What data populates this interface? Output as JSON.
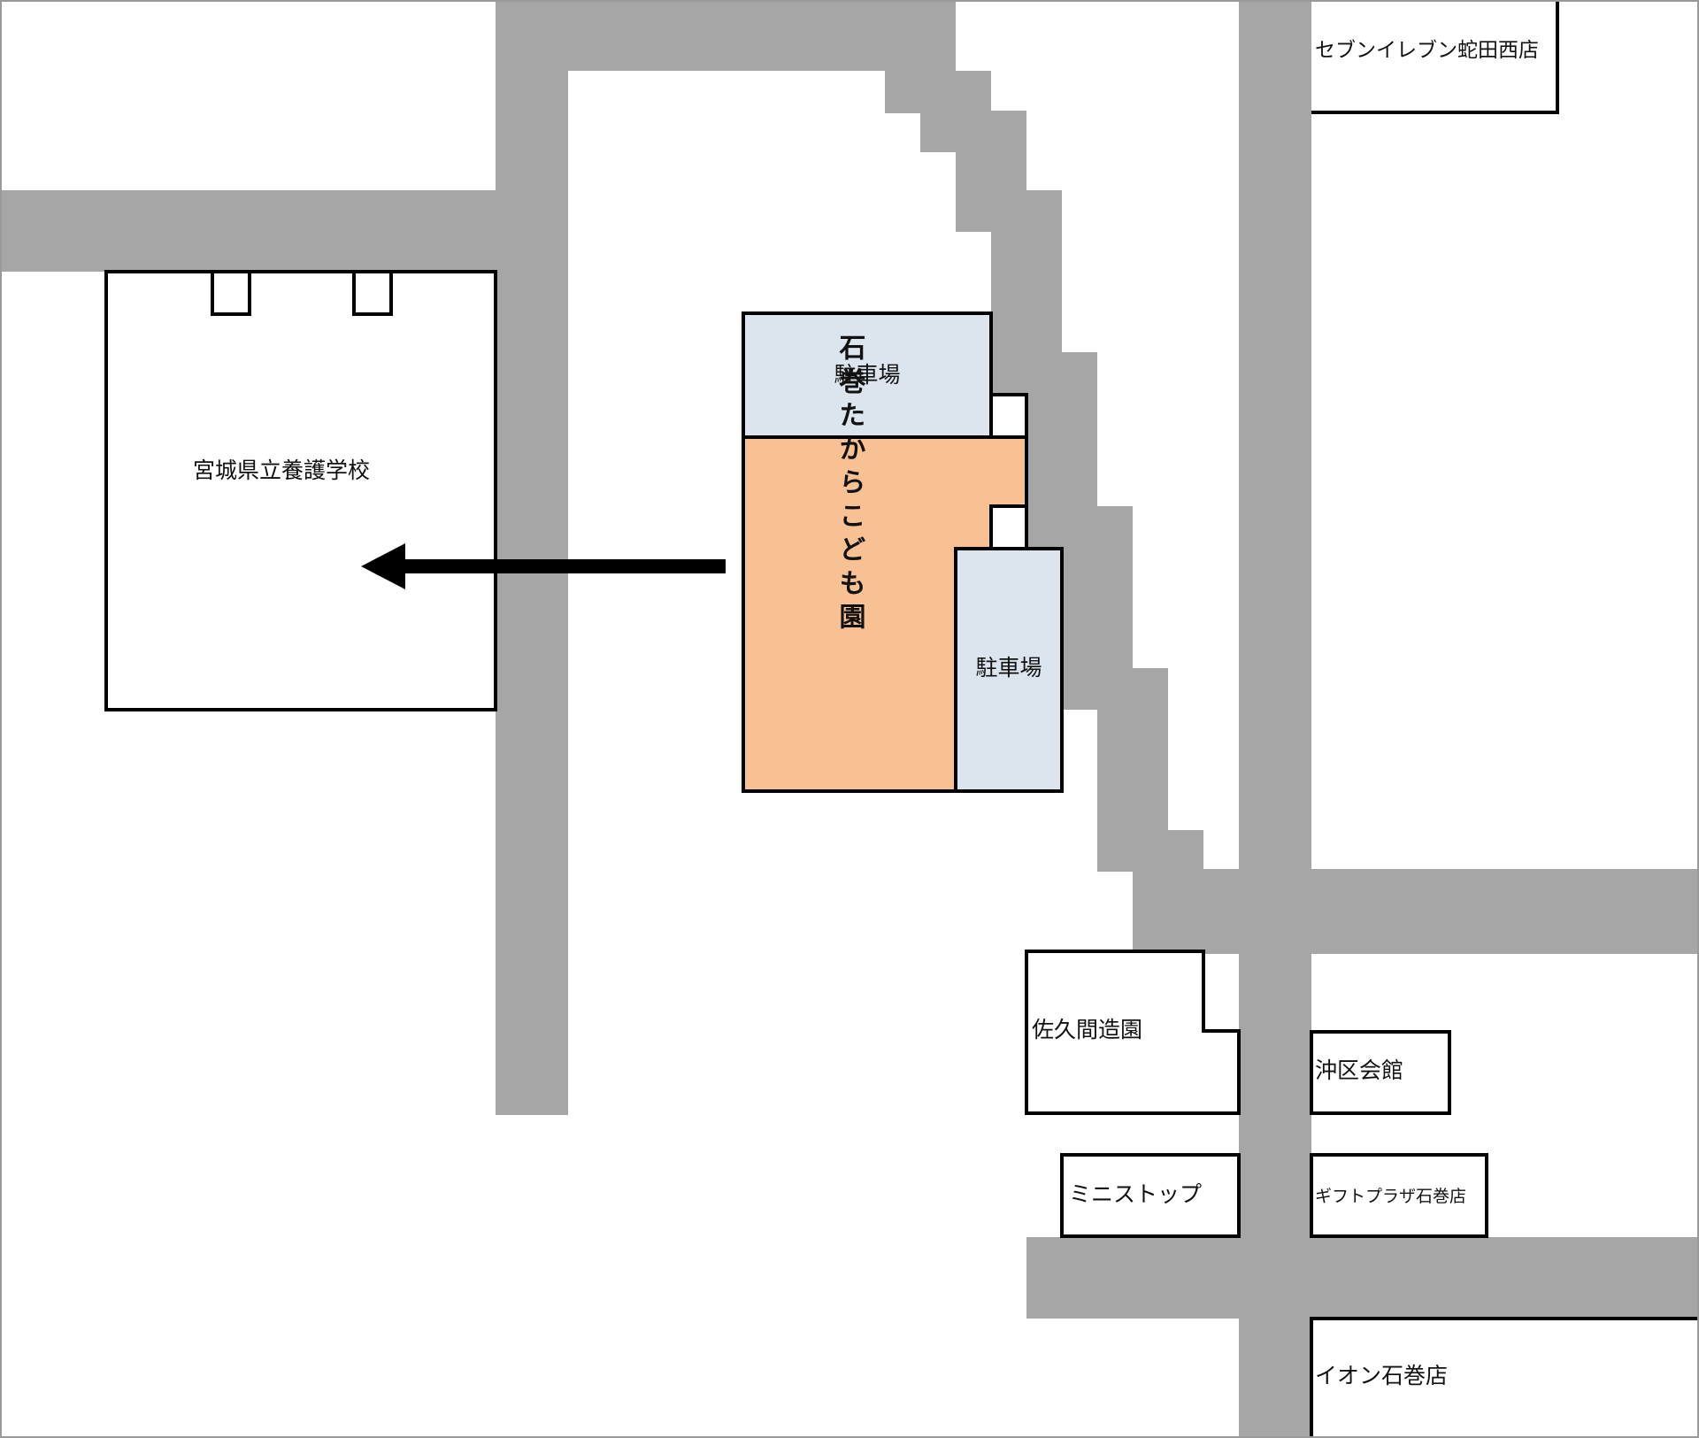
{
  "colors": {
    "road": "#a6a6a6",
    "background": "#ffffff",
    "outline": "#000000",
    "kindergarten_fill": "#f7c194",
    "parking_fill": "#dce4ee",
    "arrow": "#000000"
  },
  "labels": {
    "school": "宮城県立養護学校",
    "parking_top": "駐車場",
    "kindergarten": "石巻たからこども園",
    "parking_right": "駐車場",
    "seven_eleven": "セブンイレブン蛇田西店",
    "sakuma_zoen": "佐久間造園",
    "okiku_kaikan": "沖区会館",
    "ministop": "ミニストップ",
    "gift_plaza": "ギフトプラザ石巻店",
    "aeon": "イオン石巻店"
  }
}
